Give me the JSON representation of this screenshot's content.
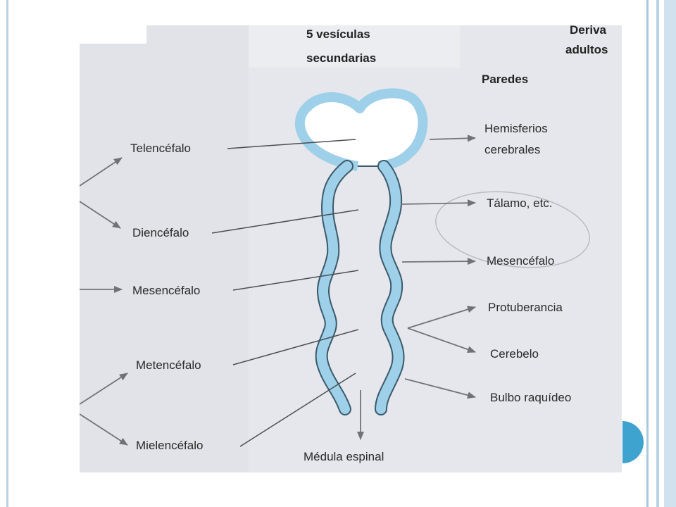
{
  "header": {
    "title_line1": "5 vesículas",
    "title_line2": "secundarias",
    "derived_line1": "Deriva",
    "derived_line2": "adultos",
    "walls": "Paredes"
  },
  "vesicles": {
    "telencefalo": "Telencéfalo",
    "diencefalo": "Diencéfalo",
    "mesencefalo": "Mesencéfalo",
    "metencefalo": "Metencéfalo",
    "mielencefalo": "Mielencéfalo"
  },
  "derivatives": {
    "hemisferios_1": "Hemisferios",
    "hemisferios_2": "cerebrales",
    "talamo": "Tálamo, etc.",
    "mesencefalo": "Mesencéfalo",
    "protuberancia": "Protuberancia",
    "cerebelo": "Cerebelo",
    "bulbo": "Bulbo raquídeo"
  },
  "bottom": {
    "medula": "Médula espinal"
  },
  "colors": {
    "tube_wall": "#9ed0ea",
    "tube_outline": "#3a5a6a",
    "accent": "#3fa3cf",
    "frame": "#b9d3e2"
  }
}
